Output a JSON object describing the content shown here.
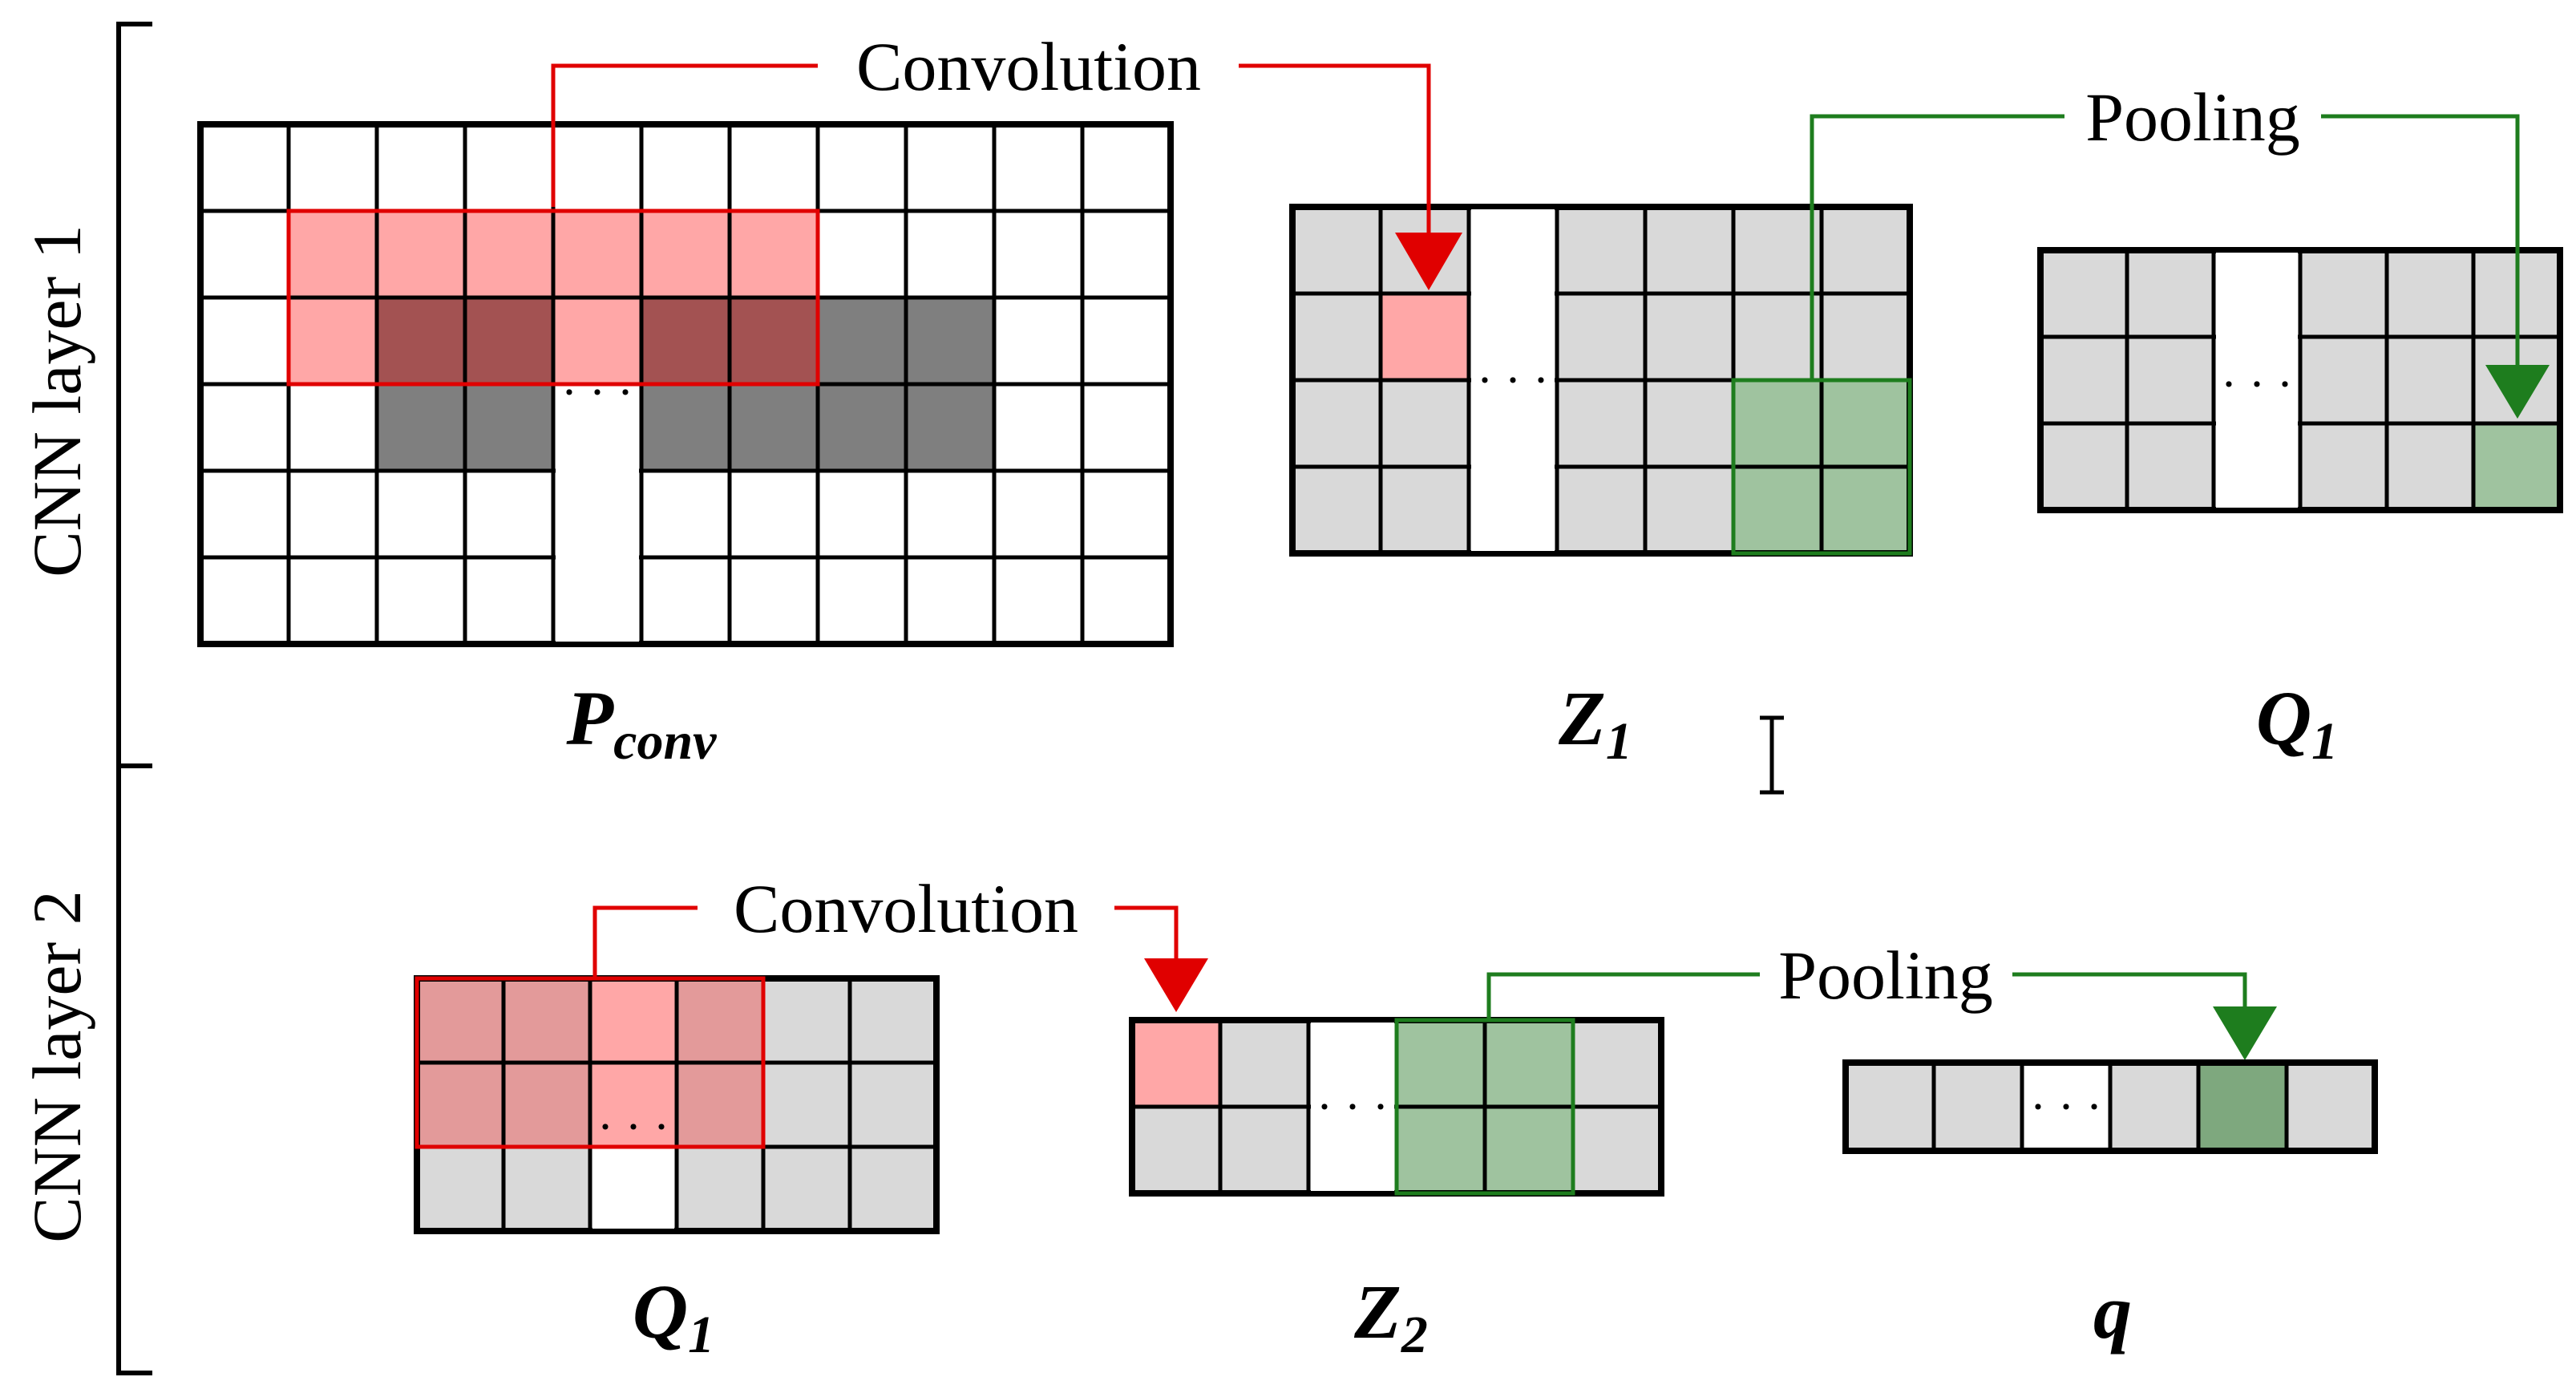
{
  "layers": [
    {
      "label": "CNN layer 1",
      "operations": {
        "convolution": "Convolution",
        "pooling": "Pooling"
      },
      "matrices": [
        {
          "symbol": "P",
          "subscript": "conv",
          "rows": 6,
          "cols": 11
        },
        {
          "symbol": "Z",
          "subscript": "1",
          "rows": 4,
          "cols": 7
        },
        {
          "symbol": "Q",
          "subscript": "1",
          "rows": 3,
          "cols": 6
        }
      ]
    },
    {
      "label": "CNN layer 2",
      "operations": {
        "convolution": "Convolution",
        "pooling": "Pooling"
      },
      "matrices": [
        {
          "symbol": "Q",
          "subscript": "1",
          "rows": 3,
          "cols": 6
        },
        {
          "symbol": "Z",
          "subscript": "2",
          "rows": 2,
          "cols": 6
        },
        {
          "symbol": "q",
          "subscript": "",
          "rows": 1,
          "cols": 6
        }
      ]
    }
  ],
  "ellipsis": "· · ·",
  "colors": {
    "grid_line": "#000000",
    "empty_cell": "#ffffff",
    "feature_cell": "#d9d9d9",
    "kernel_highlight": "#ffa7a7",
    "kernel_overlap": "#a35252",
    "input_signal": "#7f7f7f",
    "pool_window": "#9fc39f",
    "pool_output": "#7ea87e",
    "convolution_arrow": "#e00000",
    "pooling_arrow": "#1e7d1e"
  }
}
